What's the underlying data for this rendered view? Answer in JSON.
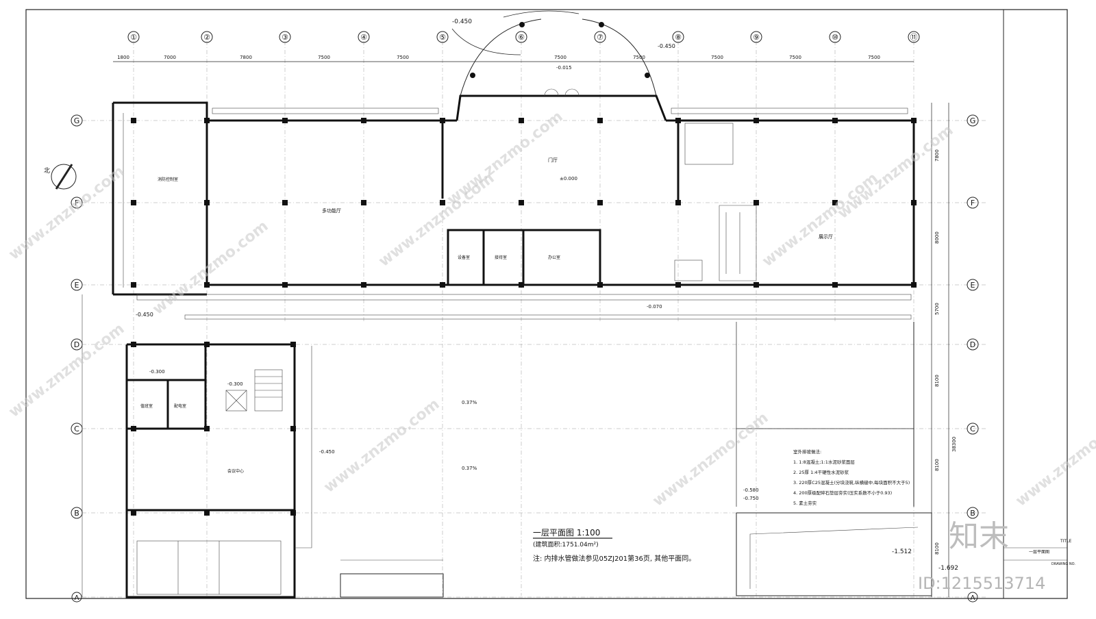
{
  "drawing": {
    "title": "一层平面图 1:100",
    "area": "(建筑面积:1751.04m²)",
    "note": "注: 内排水管做法参见05ZJ201第36页, 其他平面同。",
    "title_block_en": "TITLE",
    "title_block_drawing": "一层平面图",
    "drawing_no_label": "DRAWING NO."
  },
  "grid_axes": {
    "top": [
      "①",
      "②",
      "③",
      "④",
      "⑤",
      "⑥",
      "⑦",
      "⑧",
      "⑨",
      "⑩",
      "⑪"
    ],
    "right": [
      "G",
      "F",
      "E",
      "D",
      "C",
      "B",
      "A"
    ],
    "left": [
      "G",
      "F",
      "E",
      "D",
      "C",
      "B",
      "A"
    ]
  },
  "dimensions": {
    "top_spacings": [
      "1800",
      "7000",
      "7800",
      "7500",
      "7500",
      "7500",
      "7500",
      "7500",
      "7500",
      "7500"
    ],
    "right_spacings": [
      "7800",
      "8000",
      "5700",
      "8100",
      "8100",
      "8100"
    ],
    "total_right": "38300"
  },
  "elevations": [
    "-0.450",
    "-0.450",
    "-0.450",
    "-0.015",
    "±0.000",
    "-0.300",
    "-0.300",
    "-0.450",
    "-0.580",
    "-0.750",
    "-1.512",
    "-1.692",
    "-0.070"
  ],
  "rooms": [
    "多功能厅",
    "门厅",
    "展示厅",
    "设备室",
    "接待室",
    "办公室",
    "会议中心",
    "值班室",
    "配电室",
    "消防控制室"
  ],
  "slope_labels": [
    "0.37%",
    "0.37%"
  ],
  "legend": {
    "heading": "室外排坡做法:",
    "items": [
      "1. 1:8混凝土;1:1水泥砂浆面层",
      "2. 25厚 1:4干硬性水泥砂浆",
      "3. 220厚C25混凝土(分块浇筑,纵横缝中,每块面积不大于5)",
      "4. 200厚级配碎石垫层夯实(压实系数不小于0.93)",
      "5. 素土夯实"
    ]
  },
  "watermark": {
    "logo": "知末",
    "id": "ID:1215513714",
    "text": "www.znzmo.com"
  },
  "colors": {
    "ink": "#111111",
    "grid": "#999999",
    "watermark": "#c8c8c8"
  }
}
